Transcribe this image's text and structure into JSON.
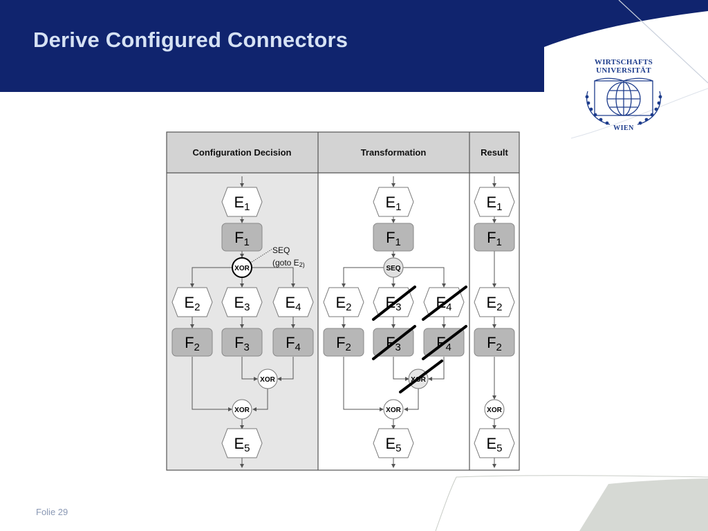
{
  "slide": {
    "title": "Derive Configured Connectors",
    "footer": "Folie 29"
  },
  "logo": {
    "line1": "WIRTSCHAFTS",
    "line2": "UNIVERSITÄT",
    "line3": "WIEN"
  },
  "table": {
    "headers": [
      "Configuration Decision",
      "Transformation",
      "Result"
    ]
  },
  "annotation": {
    "line1": "SEQ",
    "line2_prefix": "(goto E",
    "line2_sub": "2)"
  },
  "colors": {
    "header_band": "#10246e",
    "title": "#d6e2f4",
    "function_fill": "#b7b7b7",
    "panel_fill": "#e6e6e6",
    "header_cell_fill": "#d3d3d3"
  }
}
